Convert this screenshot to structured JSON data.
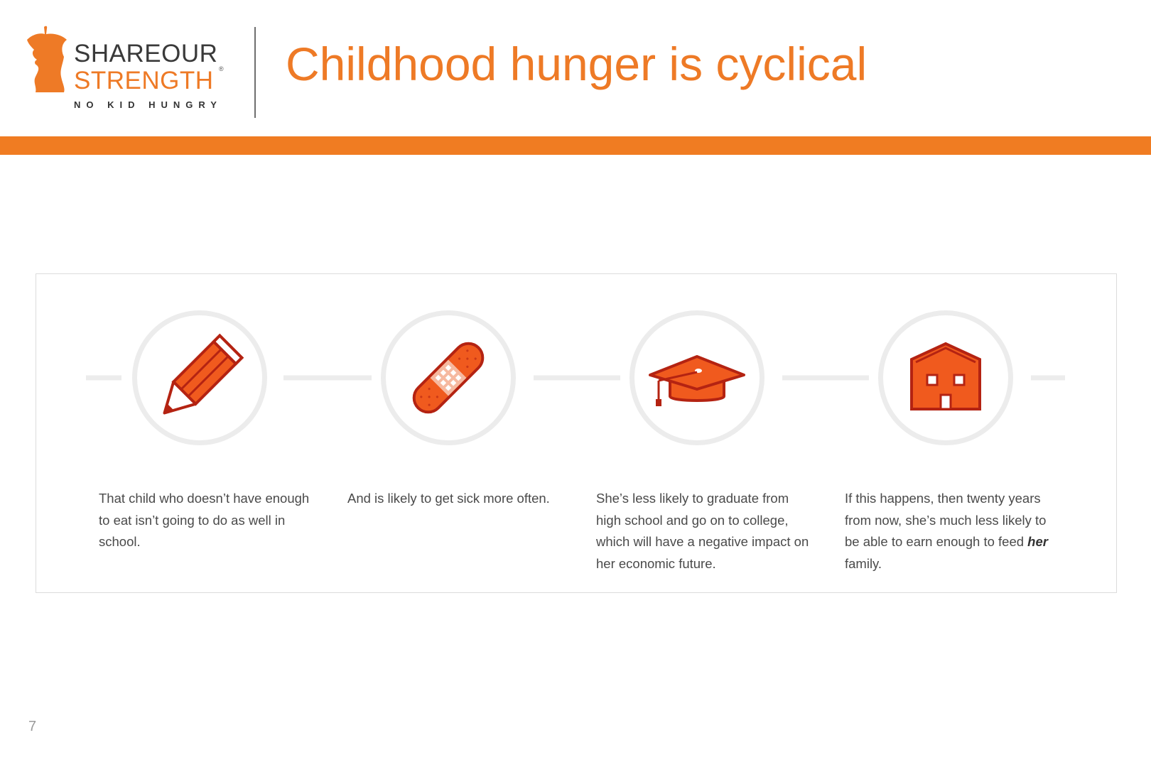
{
  "logo": {
    "share": "SHARE",
    "our": "OUR",
    "strength": "STRENGTH",
    "registered": "®",
    "tagline": "NO KID HUNGRY"
  },
  "slide": {
    "title": "Childhood hunger is cyclical",
    "page_number": "7"
  },
  "steps": [
    {
      "icon": "pencil-icon",
      "text": "That child who doesn’t have enough to eat isn’t going to do as well in school."
    },
    {
      "icon": "bandage-icon",
      "text": "And is likely to get sick more often."
    },
    {
      "icon": "graduation-cap-icon",
      "text": "She’s less likely to graduate from high school and go on to college, which will have a negative impact on her economic future."
    },
    {
      "icon": "house-icon",
      "text_before": "If this happens, then twenty years from now, she’s much less likely to be able to earn enough to feed ",
      "text_emphasis": "her",
      "text_after": " family."
    }
  ],
  "colors": {
    "brand_orange": "#f07c22",
    "icon_fill": "#f05a1e",
    "icon_stroke": "#b42312",
    "circle_ring": "#ececec",
    "body_text": "#4a4a4a"
  }
}
